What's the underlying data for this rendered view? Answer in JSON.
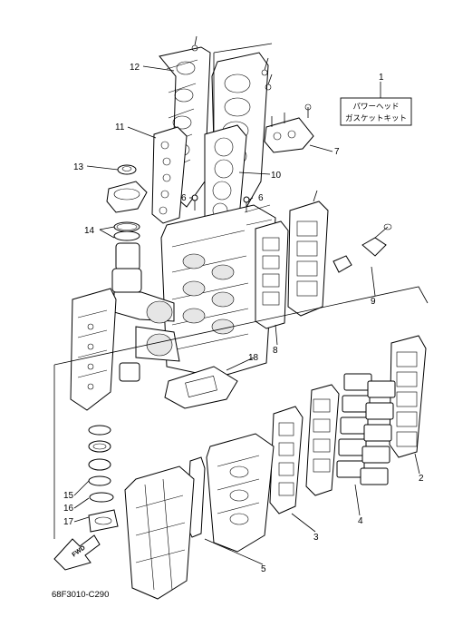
{
  "callouts": {
    "c1": "1",
    "c2": "2",
    "c3": "3",
    "c4": "4",
    "c5": "5",
    "c6a": "6",
    "c6b": "6",
    "c7": "7",
    "c8": "8",
    "c9": "9",
    "c10": "10",
    "c11": "11",
    "c12": "12",
    "c13": "13",
    "c14": "14",
    "c15": "15",
    "c16": "16",
    "c17": "17",
    "c18": "18"
  },
  "kit_label": {
    "line1": "パワーヘッド",
    "line2": "ガスケットキット"
  },
  "fwd_label": "FWD",
  "diagram_code": "68F3010-C290"
}
